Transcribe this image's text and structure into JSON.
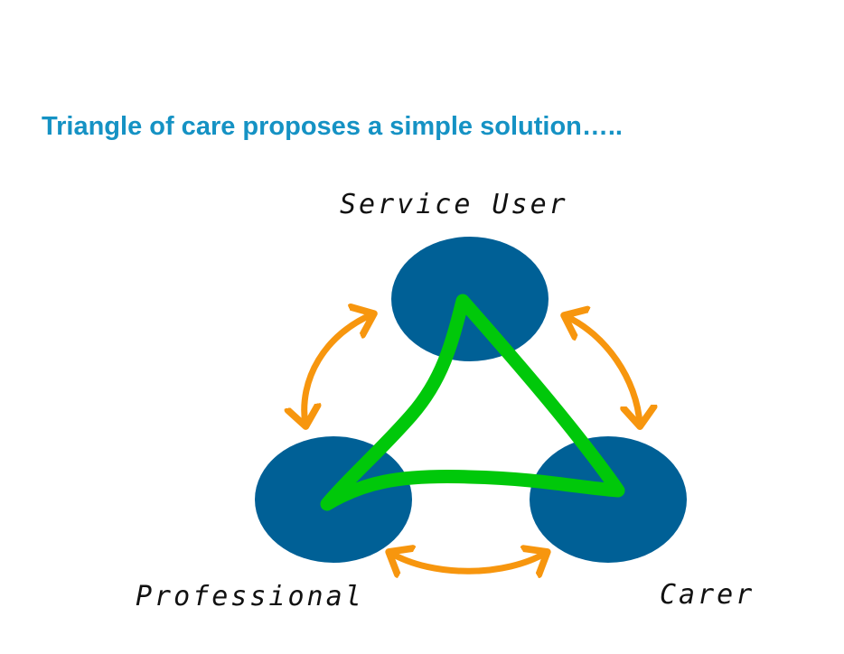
{
  "slide": {
    "title": "Triangle of care proposes a simple solution….."
  },
  "diagram": {
    "nodes": [
      {
        "id": "service-user",
        "label": "Service User"
      },
      {
        "id": "professional",
        "label": "Professional"
      },
      {
        "id": "carer",
        "label": "Carer"
      }
    ],
    "colors": {
      "node": "#006096",
      "triangle": "#00c80a",
      "arrow": "#f7960e",
      "title": "#1592c4"
    }
  }
}
